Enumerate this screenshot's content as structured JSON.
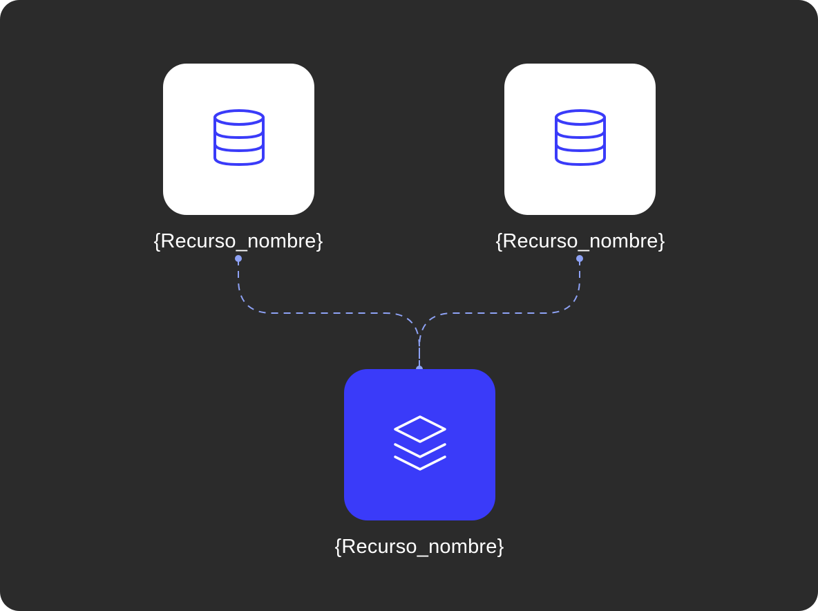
{
  "diagram": {
    "background_color": "#2b2b2b",
    "accent_color": "#3a3bf9",
    "connector_color": "#8ea2f5",
    "nodes": [
      {
        "id": "left",
        "label": "{Recurso_nombre}",
        "icon": "database-icon",
        "style": "white"
      },
      {
        "id": "right",
        "label": "{Recurso_nombre}",
        "icon": "database-icon",
        "style": "white"
      },
      {
        "id": "bottom",
        "label": "{Recurso_nombre}",
        "icon": "layers-icon",
        "style": "accent"
      }
    ],
    "edges": [
      {
        "from": "left",
        "to": "bottom",
        "style": "dashed"
      },
      {
        "from": "right",
        "to": "bottom",
        "style": "dashed"
      }
    ]
  }
}
